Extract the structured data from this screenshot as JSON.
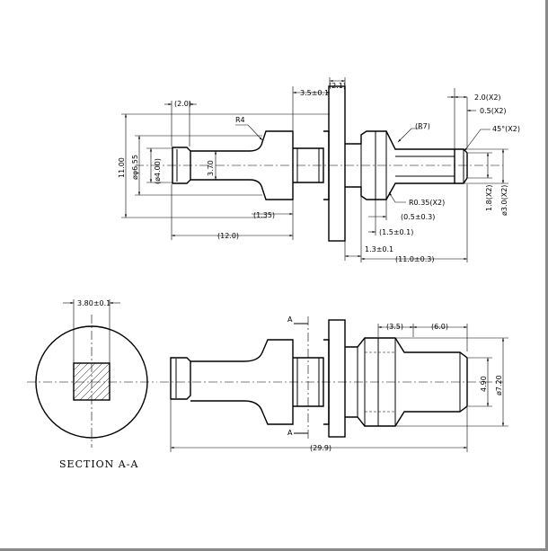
{
  "drawing": {
    "top_view": {
      "dim_2_0": "(2.0)",
      "r4": "R4",
      "dim_11_00": "11.00",
      "dim_6_55": "øφ6.55",
      "dim_4_00": "(ø4.00)",
      "dim_3_70": "3.70",
      "dim_1_35": "(1.35)",
      "dim_12_0": "(12.0)",
      "dim_3_5": "3.5±0.1",
      "dim_2_1": "(2.1)",
      "r7": "(R7)",
      "dim_2_0x2": "2.0(X2)",
      "dim_0_5x2": "0.5(X2)",
      "chamfer": "45°(X2)",
      "r035": "R0.35(X2)",
      "dim_0_5_03": "(0.5±0.3)",
      "dim_1_5_01": "(1.5±0.1)",
      "dim_1_3_01": "1.3±0.1",
      "dim_11_0_03": "(11.0±0.3)",
      "dim_1_8x2": "1.8(X2)",
      "dim_3_0x2": "ø3.0(X2)"
    },
    "section": {
      "dim_3_80": "3.80±0.1",
      "label": "SECTION A-A"
    },
    "bottom_view": {
      "cut_a_top": "A",
      "cut_a_bottom": "A",
      "dim_3_5": "(3.5)",
      "dim_6_0": "(6.0)",
      "dim_4_90": "4.90",
      "dim_7_20": "ø7.20",
      "dim_29_9": "(29.9)"
    }
  }
}
